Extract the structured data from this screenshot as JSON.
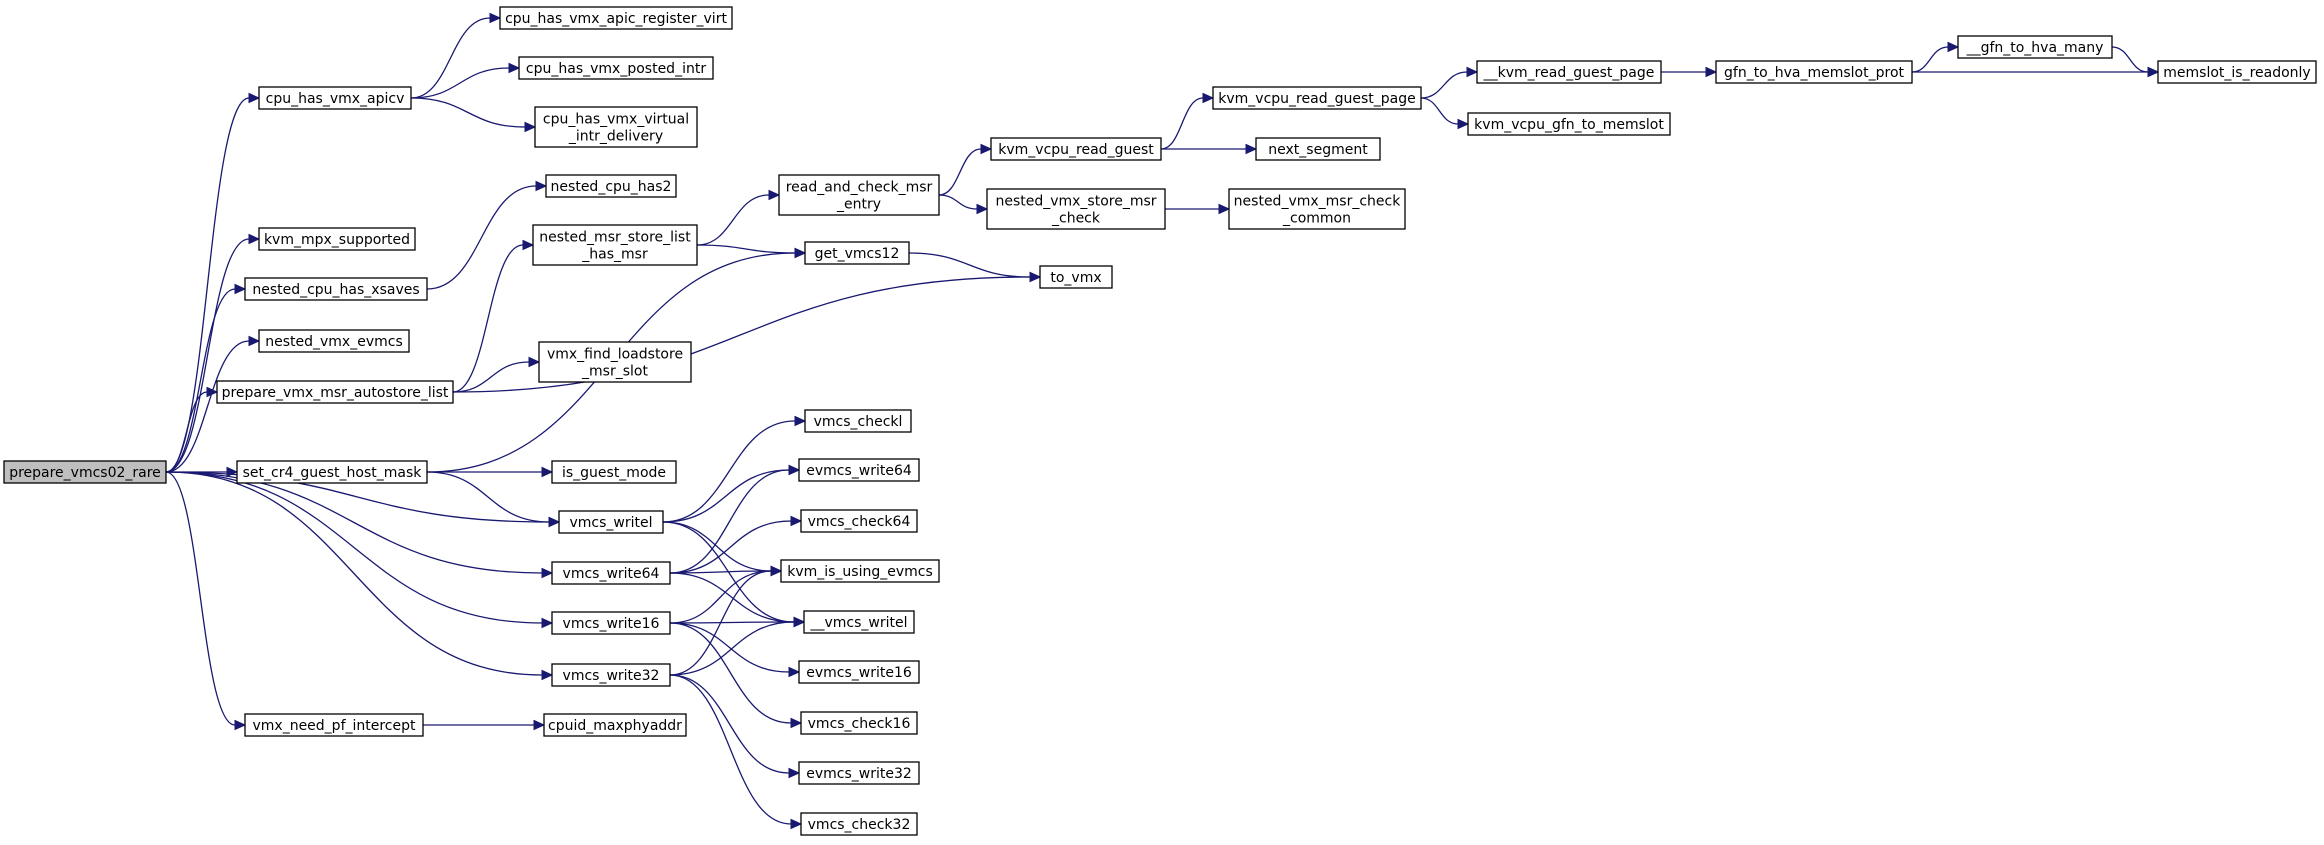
{
  "graph": {
    "root": "prepare_vmcs02_rare",
    "colors": {
      "edge": "#191970",
      "root_fill": "#bfbfbf",
      "node_fill": "#ffffff",
      "node_border": "#000000"
    },
    "nodes": [
      {
        "id": "prepare_vmcs02_rare",
        "lines": [
          "prepare_vmcs02_rare"
        ]
      },
      {
        "id": "cpu_has_vmx_apicv",
        "lines": [
          "cpu_has_vmx_apicv"
        ]
      },
      {
        "id": "kvm_mpx_supported",
        "lines": [
          "kvm_mpx_supported"
        ]
      },
      {
        "id": "nested_cpu_has_xsaves",
        "lines": [
          "nested_cpu_has_xsaves"
        ]
      },
      {
        "id": "nested_vmx_evmcs",
        "lines": [
          "nested_vmx_evmcs"
        ]
      },
      {
        "id": "prepare_vmx_msr_autostore_list",
        "lines": [
          "prepare_vmx_msr_autostore_list"
        ]
      },
      {
        "id": "set_cr4_guest_host_mask",
        "lines": [
          "set_cr4_guest_host_mask"
        ]
      },
      {
        "id": "vmcs_writel",
        "lines": [
          "vmcs_writel"
        ]
      },
      {
        "id": "vmcs_write64",
        "lines": [
          "vmcs_write64"
        ]
      },
      {
        "id": "vmcs_write16",
        "lines": [
          "vmcs_write16"
        ]
      },
      {
        "id": "vmcs_write32",
        "lines": [
          "vmcs_write32"
        ]
      },
      {
        "id": "vmx_need_pf_intercept",
        "lines": [
          "vmx_need_pf_intercept"
        ]
      },
      {
        "id": "cpu_has_vmx_apic_register_virt",
        "lines": [
          "cpu_has_vmx_apic_register_virt"
        ]
      },
      {
        "id": "cpu_has_vmx_posted_intr",
        "lines": [
          "cpu_has_vmx_posted_intr"
        ]
      },
      {
        "id": "cpu_has_vmx_virtual_intr_delivery",
        "lines": [
          "cpu_has_vmx_virtual",
          "_intr_delivery"
        ]
      },
      {
        "id": "nested_cpu_has2",
        "lines": [
          "nested_cpu_has2"
        ]
      },
      {
        "id": "nested_msr_store_list_has_msr",
        "lines": [
          "nested_msr_store_list",
          "_has_msr"
        ]
      },
      {
        "id": "vmx_find_loadstore_msr_slot",
        "lines": [
          "vmx_find_loadstore",
          "_msr_slot"
        ]
      },
      {
        "id": "get_vmcs12",
        "lines": [
          "get_vmcs12"
        ]
      },
      {
        "id": "is_guest_mode",
        "lines": [
          "is_guest_mode"
        ]
      },
      {
        "id": "cpuid_maxphyaddr",
        "lines": [
          "cpuid_maxphyaddr"
        ]
      },
      {
        "id": "read_and_check_msr_entry",
        "lines": [
          "read_and_check_msr",
          "_entry"
        ]
      },
      {
        "id": "kvm_vcpu_read_guest",
        "lines": [
          "kvm_vcpu_read_guest"
        ]
      },
      {
        "id": "nested_vmx_store_msr_check",
        "lines": [
          "nested_vmx_store_msr",
          "_check"
        ]
      },
      {
        "id": "to_vmx",
        "lines": [
          "to_vmx"
        ]
      },
      {
        "id": "vmcs_checkl",
        "lines": [
          "vmcs_checkl"
        ]
      },
      {
        "id": "evmcs_write64",
        "lines": [
          "evmcs_write64"
        ]
      },
      {
        "id": "vmcs_check64",
        "lines": [
          "vmcs_check64"
        ]
      },
      {
        "id": "kvm_is_using_evmcs",
        "lines": [
          "kvm_is_using_evmcs"
        ]
      },
      {
        "id": "__vmcs_writel",
        "lines": [
          "__vmcs_writel"
        ]
      },
      {
        "id": "evmcs_write16",
        "lines": [
          "evmcs_write16"
        ]
      },
      {
        "id": "vmcs_check16",
        "lines": [
          "vmcs_check16"
        ]
      },
      {
        "id": "evmcs_write32",
        "lines": [
          "evmcs_write32"
        ]
      },
      {
        "id": "vmcs_check32",
        "lines": [
          "vmcs_check32"
        ]
      },
      {
        "id": "kvm_vcpu_read_guest_page",
        "lines": [
          "kvm_vcpu_read_guest_page"
        ]
      },
      {
        "id": "next_segment",
        "lines": [
          "next_segment"
        ]
      },
      {
        "id": "nested_vmx_msr_check_common",
        "lines": [
          "nested_vmx_msr_check",
          "_common"
        ]
      },
      {
        "id": "__kvm_read_guest_page",
        "lines": [
          "__kvm_read_guest_page"
        ]
      },
      {
        "id": "kvm_vcpu_gfn_to_memslot",
        "lines": [
          "kvm_vcpu_gfn_to_memslot"
        ]
      },
      {
        "id": "gfn_to_hva_memslot_prot",
        "lines": [
          "gfn_to_hva_memslot_prot"
        ]
      },
      {
        "id": "__gfn_to_hva_many",
        "lines": [
          "__gfn_to_hva_many"
        ]
      },
      {
        "id": "memslot_is_readonly",
        "lines": [
          "memslot_is_readonly"
        ]
      }
    ],
    "edges": [
      [
        "prepare_vmcs02_rare",
        "cpu_has_vmx_apicv"
      ],
      [
        "prepare_vmcs02_rare",
        "kvm_mpx_supported"
      ],
      [
        "prepare_vmcs02_rare",
        "nested_cpu_has_xsaves"
      ],
      [
        "prepare_vmcs02_rare",
        "nested_vmx_evmcs"
      ],
      [
        "prepare_vmcs02_rare",
        "prepare_vmx_msr_autostore_list"
      ],
      [
        "prepare_vmcs02_rare",
        "set_cr4_guest_host_mask"
      ],
      [
        "prepare_vmcs02_rare",
        "vmcs_writel"
      ],
      [
        "prepare_vmcs02_rare",
        "vmcs_write64"
      ],
      [
        "prepare_vmcs02_rare",
        "vmcs_write16"
      ],
      [
        "prepare_vmcs02_rare",
        "vmcs_write32"
      ],
      [
        "prepare_vmcs02_rare",
        "vmx_need_pf_intercept"
      ],
      [
        "cpu_has_vmx_apicv",
        "cpu_has_vmx_apic_register_virt"
      ],
      [
        "cpu_has_vmx_apicv",
        "cpu_has_vmx_posted_intr"
      ],
      [
        "cpu_has_vmx_apicv",
        "cpu_has_vmx_virtual_intr_delivery"
      ],
      [
        "nested_cpu_has_xsaves",
        "nested_cpu_has2"
      ],
      [
        "prepare_vmx_msr_autostore_list",
        "nested_msr_store_list_has_msr"
      ],
      [
        "prepare_vmx_msr_autostore_list",
        "to_vmx"
      ],
      [
        "prepare_vmx_msr_autostore_list",
        "vmx_find_loadstore_msr_slot"
      ],
      [
        "set_cr4_guest_host_mask",
        "get_vmcs12"
      ],
      [
        "set_cr4_guest_host_mask",
        "is_guest_mode"
      ],
      [
        "set_cr4_guest_host_mask",
        "vmcs_writel"
      ],
      [
        "vmx_need_pf_intercept",
        "cpuid_maxphyaddr"
      ],
      [
        "nested_msr_store_list_has_msr",
        "read_and_check_msr_entry"
      ],
      [
        "nested_msr_store_list_has_msr",
        "get_vmcs12"
      ],
      [
        "get_vmcs12",
        "to_vmx"
      ],
      [
        "read_and_check_msr_entry",
        "kvm_vcpu_read_guest"
      ],
      [
        "read_and_check_msr_entry",
        "nested_vmx_store_msr_check"
      ],
      [
        "kvm_vcpu_read_guest",
        "kvm_vcpu_read_guest_page"
      ],
      [
        "kvm_vcpu_read_guest",
        "next_segment"
      ],
      [
        "nested_vmx_store_msr_check",
        "nested_vmx_msr_check_common"
      ],
      [
        "kvm_vcpu_read_guest_page",
        "__kvm_read_guest_page"
      ],
      [
        "kvm_vcpu_read_guest_page",
        "kvm_vcpu_gfn_to_memslot"
      ],
      [
        "__kvm_read_guest_page",
        "gfn_to_hva_memslot_prot"
      ],
      [
        "gfn_to_hva_memslot_prot",
        "__gfn_to_hva_many"
      ],
      [
        "gfn_to_hva_memslot_prot",
        "memslot_is_readonly"
      ],
      [
        "__gfn_to_hva_many",
        "memslot_is_readonly"
      ],
      [
        "vmcs_writel",
        "vmcs_checkl"
      ],
      [
        "vmcs_writel",
        "evmcs_write64"
      ],
      [
        "vmcs_writel",
        "kvm_is_using_evmcs"
      ],
      [
        "vmcs_writel",
        "__vmcs_writel"
      ],
      [
        "vmcs_write64",
        "vmcs_check64"
      ],
      [
        "vmcs_write64",
        "evmcs_write64"
      ],
      [
        "vmcs_write64",
        "kvm_is_using_evmcs"
      ],
      [
        "vmcs_write64",
        "__vmcs_writel"
      ],
      [
        "vmcs_write16",
        "kvm_is_using_evmcs"
      ],
      [
        "vmcs_write16",
        "__vmcs_writel"
      ],
      [
        "vmcs_write16",
        "evmcs_write16"
      ],
      [
        "vmcs_write16",
        "vmcs_check16"
      ],
      [
        "vmcs_write32",
        "kvm_is_using_evmcs"
      ],
      [
        "vmcs_write32",
        "__vmcs_writel"
      ],
      [
        "vmcs_write32",
        "evmcs_write32"
      ],
      [
        "vmcs_write32",
        "vmcs_check32"
      ]
    ]
  }
}
